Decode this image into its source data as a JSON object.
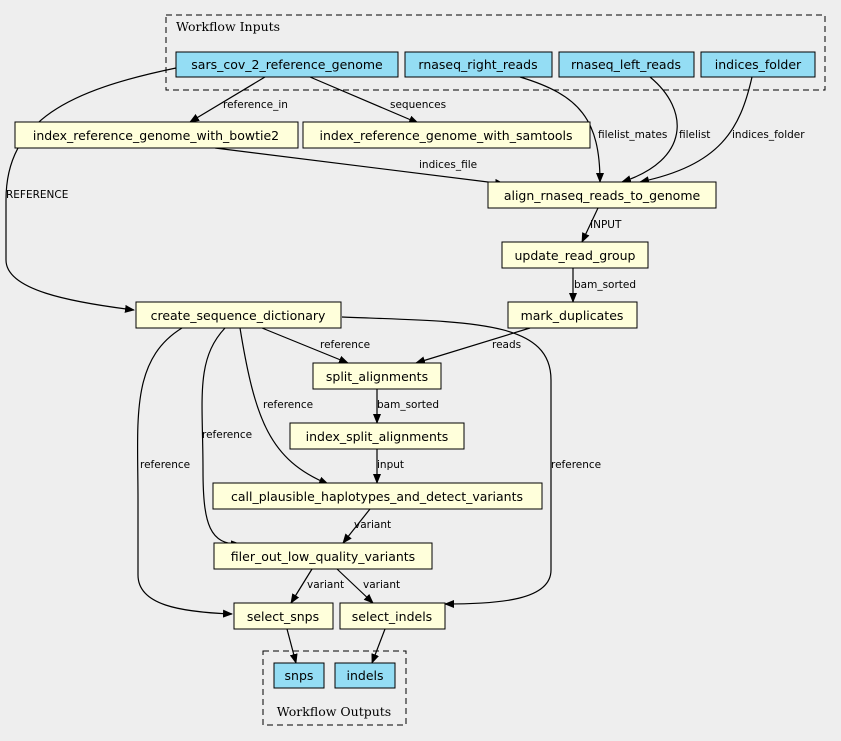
{
  "colors": {
    "background": "#eeeeee",
    "io_fill": "#94ddf4",
    "step_fill": "#ffffdb",
    "stroke": "#000000"
  },
  "clusters": {
    "inputs": "Workflow Inputs",
    "outputs": "Workflow Outputs"
  },
  "nodes": {
    "sars_cov_2_reference_genome": "sars_cov_2_reference_genome",
    "rnaseq_right_reads": "rnaseq_right_reads",
    "rnaseq_left_reads": "rnaseq_left_reads",
    "indices_folder": "indices_folder",
    "index_reference_genome_with_bowtie2": "index_reference_genome_with_bowtie2",
    "index_reference_genome_with_samtools": "index_reference_genome_with_samtools",
    "align_rnaseq_reads_to_genome": "align_rnaseq_reads_to_genome",
    "update_read_group": "update_read_group",
    "mark_duplicates": "mark_duplicates",
    "create_sequence_dictionary": "create_sequence_dictionary",
    "split_alignments": "split_alignments",
    "index_split_alignments": "index_split_alignments",
    "call_plausible_haplotypes_and_detect_variants": "call_plausible_haplotypes_and_detect_variants",
    "filer_out_low_quality_variants": "filer_out_low_quality_variants",
    "select_snps": "select_snps",
    "select_indels": "select_indels",
    "snps": "snps",
    "indels": "indels"
  },
  "edges": {
    "reference_in": "reference_in",
    "sequences": "sequences",
    "REFERENCE": "REFERENCE",
    "filelist_mates": "filelist_mates",
    "filelist": "filelist",
    "indices_folder": "indices_folder",
    "indices_file": "indices_file",
    "INPUT": "INPUT",
    "bam_sorted_1": "bam_sorted",
    "reads": "reads",
    "reference_split": "reference",
    "reference_call": "reference",
    "reference_filter": "reference",
    "reference_snps": "reference",
    "reference_indels": "reference",
    "bam_sorted_2": "bam_sorted",
    "input": "input",
    "variant_1": "variant",
    "variant_snps": "variant",
    "variant_indels": "variant"
  }
}
